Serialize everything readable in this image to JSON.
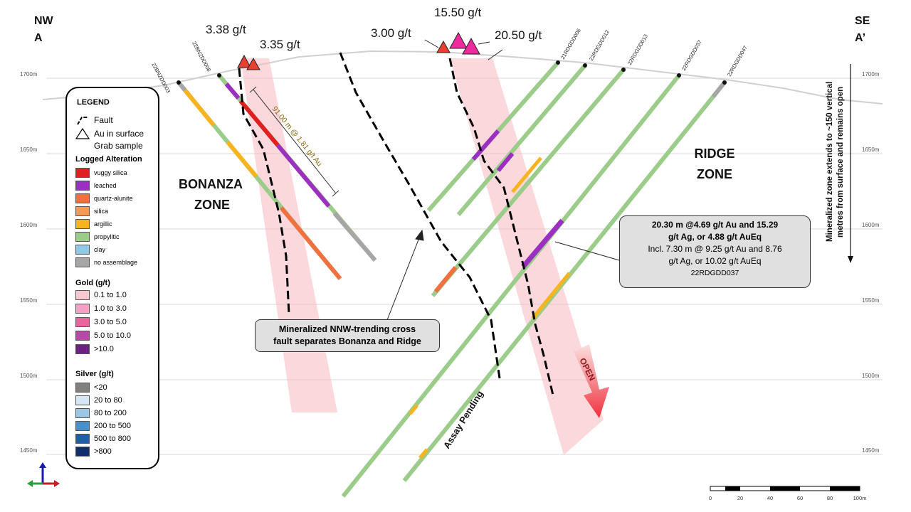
{
  "corners": {
    "nw": "NW",
    "a": "A",
    "se": "SE",
    "a_prime": "A’"
  },
  "elev_labels": [
    "1700m",
    "1650m",
    "1600m",
    "1550m",
    "1500m",
    "1450m"
  ],
  "zones": {
    "bonanza_1": "BONANZA",
    "bonanza_2": "ZONE",
    "ridge_1": "RIDGE",
    "ridge_2": "ZONE"
  },
  "grab_samples": [
    "3.38 g/t",
    "3.35 g/t",
    "3.00 g/t",
    "15.50 g/t",
    "20.50 g/t"
  ],
  "holes": [
    "22BNZDD003",
    "22BNZDD008",
    "21RDGDD006",
    "22RDGDD012",
    "22RDGDD013",
    "22RDGDD037",
    "22RDGDD047"
  ],
  "intercept_label": "91.00 m @ 1.81 g/t Au",
  "legend": {
    "title": "LEGEND",
    "fault": "Fault",
    "au_1": "Au in surface",
    "au_2": "Grab sample",
    "alteration_title": "Logged Alteration",
    "alteration": [
      {
        "label": "vuggy silica",
        "color": "#e02020"
      },
      {
        "label": "leached",
        "color": "#9b2fc0"
      },
      {
        "label": "quartz-alunite",
        "color": "#f07040"
      },
      {
        "label": "silica",
        "color": "#f59a55"
      },
      {
        "label": "argillic",
        "color": "#f7b41e"
      },
      {
        "label": "propylitic",
        "color": "#9ccc8a"
      },
      {
        "label": "clay",
        "color": "#8ecae6"
      },
      {
        "label": "no assemblage",
        "color": "#a6a6a6"
      }
    ],
    "gold_title": "Gold (g/t)",
    "gold": [
      {
        "label": "0.1 to 1.0",
        "color": "#f8c8d0"
      },
      {
        "label": "1.0 to 3.0",
        "color": "#f4a0c4"
      },
      {
        "label": "3.0 to 5.0",
        "color": "#e9659e"
      },
      {
        "label": "5.0 to 10.0",
        "color": "#b64aa6"
      },
      {
        "label": ">10.0",
        "color": "#6a2180"
      }
    ],
    "silver_title": "Silver (g/t)",
    "silver": [
      {
        "label": "<20",
        "color": "#808080"
      },
      {
        "label": "20 to 80",
        "color": "#d6e6f5"
      },
      {
        "label": "80 to 200",
        "color": "#9dc6e3"
      },
      {
        "label": "200 to 500",
        "color": "#4a90c8"
      },
      {
        "label": "500 to 800",
        "color": "#1f5ea8"
      },
      {
        "label": ">800",
        "color": "#0e2f6b"
      }
    ]
  },
  "callout_fault": {
    "line1": "Mineralized NNW-trending cross",
    "line2": "fault separates Bonanza and Ridge"
  },
  "callout_ridge": {
    "line1": "20.30 m @4.69 g/t Au and 15.29",
    "line2": "g/t Ag, or 4.88 g/t AuEq",
    "line3": "Incl. 7.30 m @ 9.25 g/t Au and 8.76",
    "line4": "g/t Ag, or 10.02 g/t AuEq",
    "line5": "22RDGDD037"
  },
  "assay_pending": "Assay Pending",
  "open_label": "OPEN",
  "side_note_1": "Mineralized zone extends to ~150 vertical",
  "side_note_2": "metres from surface and remains open",
  "scale": {
    "ticks": [
      "0",
      "20",
      "40",
      "60",
      "80",
      "100m"
    ]
  }
}
